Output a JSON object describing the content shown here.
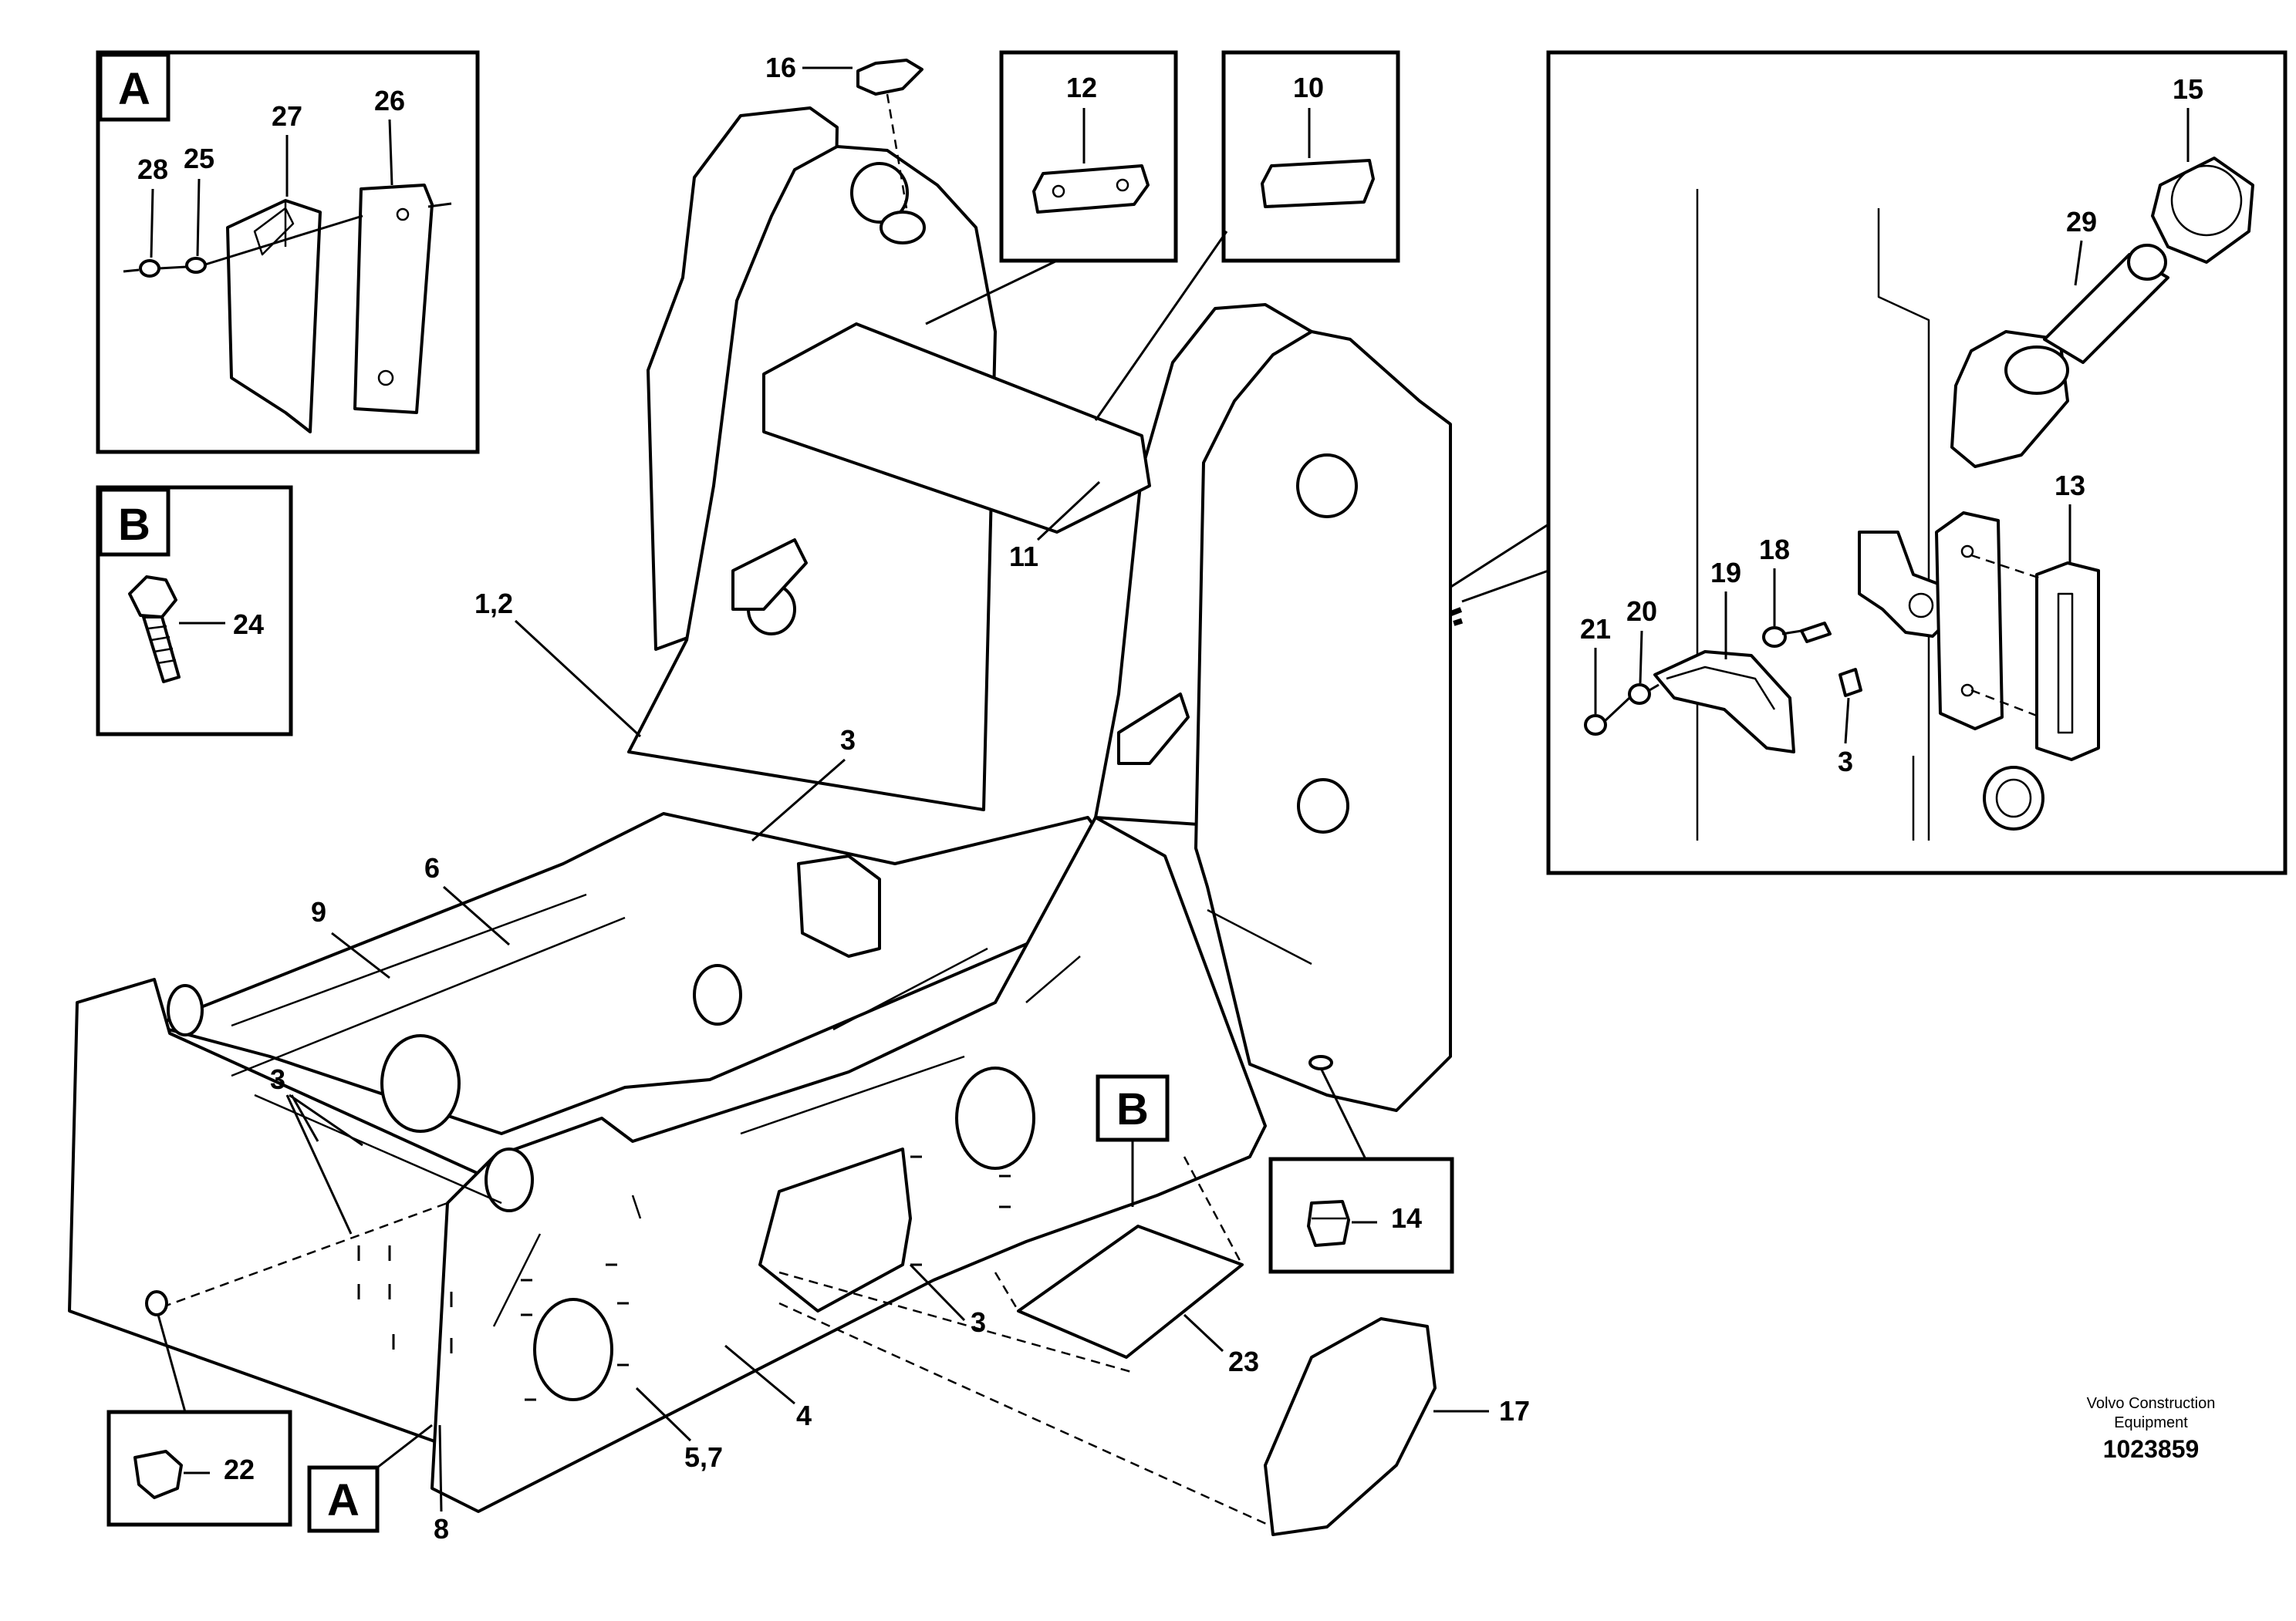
{
  "detail_labels": {
    "a": "A",
    "b": "B"
  },
  "callouts": {
    "c1_2": "1,2",
    "c3": "3",
    "c4": "4",
    "c5_7": "5,7",
    "c6": "6",
    "c8": "8",
    "c9": "9",
    "c10": "10",
    "c11": "11",
    "c12": "12",
    "c13": "13",
    "c14": "14",
    "c15": "15",
    "c16": "16",
    "c17": "17",
    "c18": "18",
    "c19": "19",
    "c20": "20",
    "c21": "21",
    "c22": "22",
    "c23": "23",
    "c24": "24",
    "c25": "25",
    "c26": "26",
    "c27": "27",
    "c28": "28",
    "c29": "29"
  },
  "credit": {
    "line1": "Volvo Construction",
    "line2": "Equipment",
    "number": "1023859"
  }
}
